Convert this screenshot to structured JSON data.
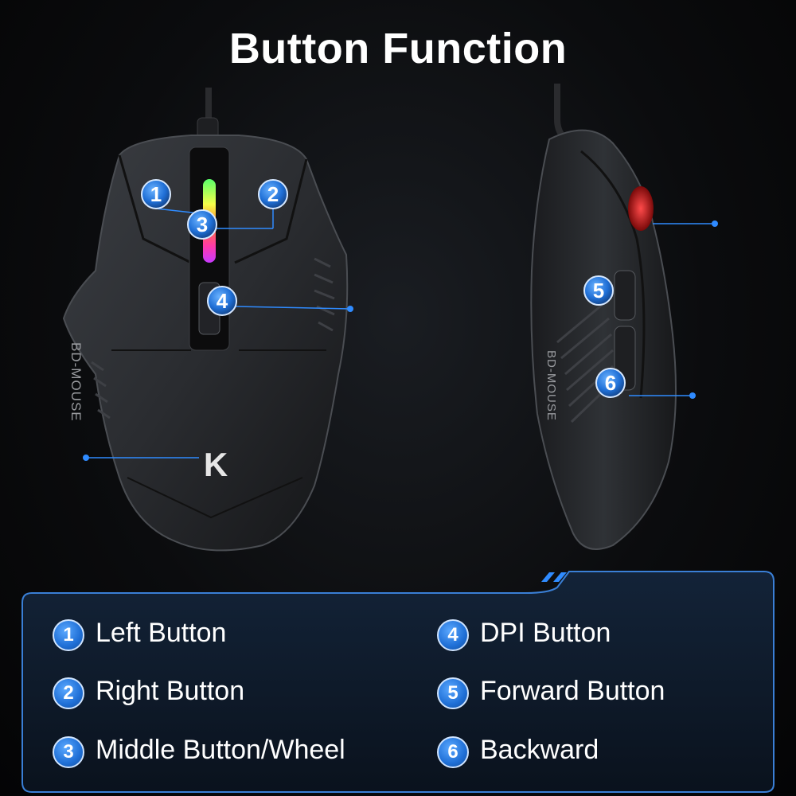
{
  "title": "Button Function",
  "brand": {
    "logo_letter": "K",
    "side_print": "BD-MOUSE"
  },
  "markers": [
    "1",
    "2",
    "3",
    "4",
    "5",
    "6"
  ],
  "legend": [
    {
      "num": "1",
      "label": "Left Button"
    },
    {
      "num": "2",
      "label": "Right Button"
    },
    {
      "num": "3",
      "label": "Middle Button/Wheel"
    },
    {
      "num": "4",
      "label": "DPI Button"
    },
    {
      "num": "5",
      "label": "Forward Button"
    },
    {
      "num": "6",
      "label": "Backward"
    }
  ],
  "colors": {
    "accent": "#2f8bff",
    "panel_border": "#3a7fd6",
    "badge": "#1f6fd6"
  }
}
